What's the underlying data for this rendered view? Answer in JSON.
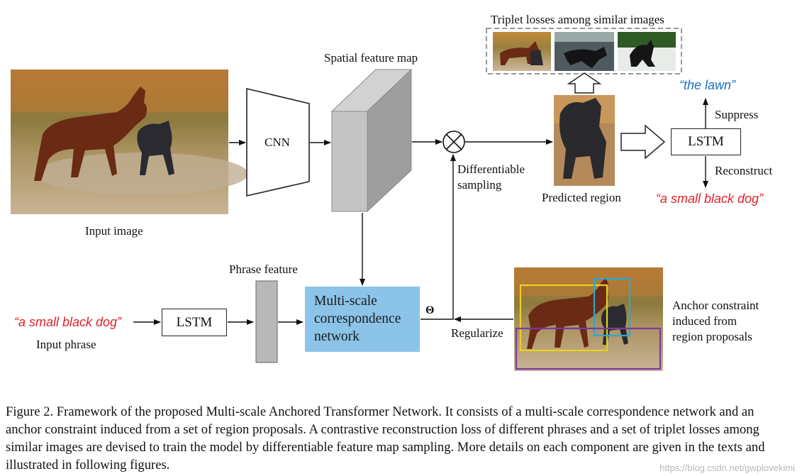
{
  "labels": {
    "input_image": "Input image",
    "cnn": "CNN",
    "spatial_feature_map": "Spatial feature map",
    "triplet_losses": "Triplet losses among similar images",
    "differentiable_sampling": "Differentiable",
    "differentiable_sampling_2": "sampling",
    "predicted_region": "Predicted region",
    "lstm_right": "LSTM",
    "suppress": "Suppress",
    "reconstruct": "Reconstruct",
    "quote_lawn": "“the lawn”",
    "quote_dog_right": "“a small black dog”",
    "phrase_feature": "Phrase feature",
    "quote_dog_left": "“a small black dog”",
    "input_phrase": "Input phrase",
    "lstm_left": "LSTM",
    "msc_line1": "Multi-scale",
    "msc_line2": "correspondence",
    "msc_line3": "network",
    "theta": "Θ",
    "regularize": "Regularize",
    "anchor_line1": "Anchor constraint",
    "anchor_line2": "induced from",
    "anchor_line3": "region proposals"
  },
  "caption": "Figure 2. Framework of the proposed Multi-scale Anchored Transformer Network. It consists of a multi-scale correspondence network and an anchor constraint induced from a set of region proposals. A contrastive reconstruction loss of different phrases and a set of triplet losses among similar images are devised to train the model by differentiable feature map sampling. More details on each component are given in the texts and illustrated in following figures.",
  "watermark": "https://blog.csdn.net/gwplovekimi",
  "colors": {
    "quote_red": "#e0202a",
    "quote_blue": "#1a6fbe",
    "msc_fill": "#8cc3e8",
    "feature_gray": "#b8b8b8",
    "anchor_yellow": "#e8d21a",
    "anchor_cyan": "#2aa8d8",
    "anchor_purple": "#7a3aa0"
  }
}
